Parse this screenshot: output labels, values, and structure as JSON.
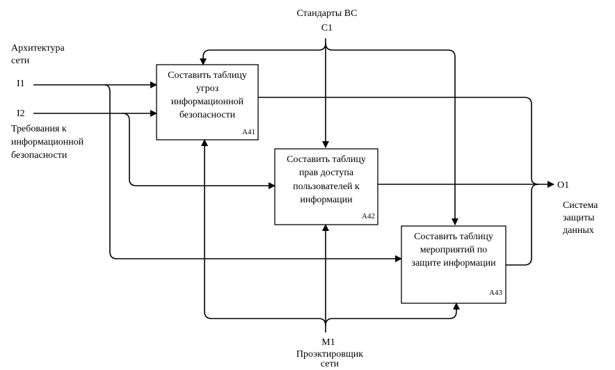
{
  "controls": {
    "standards_name": "Стандарты ВС",
    "standards_code": "С1"
  },
  "inputs": {
    "i1_code": "I1",
    "i1_name": [
      "Архитектура",
      "сети"
    ],
    "i2_code": "I2",
    "i2_name": [
      "Требования к",
      "информационной",
      "безопасности"
    ]
  },
  "outputs": {
    "o1_code": "O1",
    "o1_name": [
      "Система",
      "защиты",
      "данных"
    ]
  },
  "mechanisms": {
    "m1_code": "M1",
    "m1_name": [
      "Проэктировщик",
      "сети"
    ]
  },
  "blocks": [
    {
      "id": "А41",
      "lines": [
        "Составить таблицу",
        "угроз",
        "информационной",
        "безопасности"
      ]
    },
    {
      "id": "А42",
      "lines": [
        "Составить таблицу",
        "прав доступа",
        "пользователей к",
        "информации"
      ]
    },
    {
      "id": "А43",
      "lines": [
        "Составить таблицу",
        "мероприятий по",
        "защите информации"
      ]
    }
  ]
}
